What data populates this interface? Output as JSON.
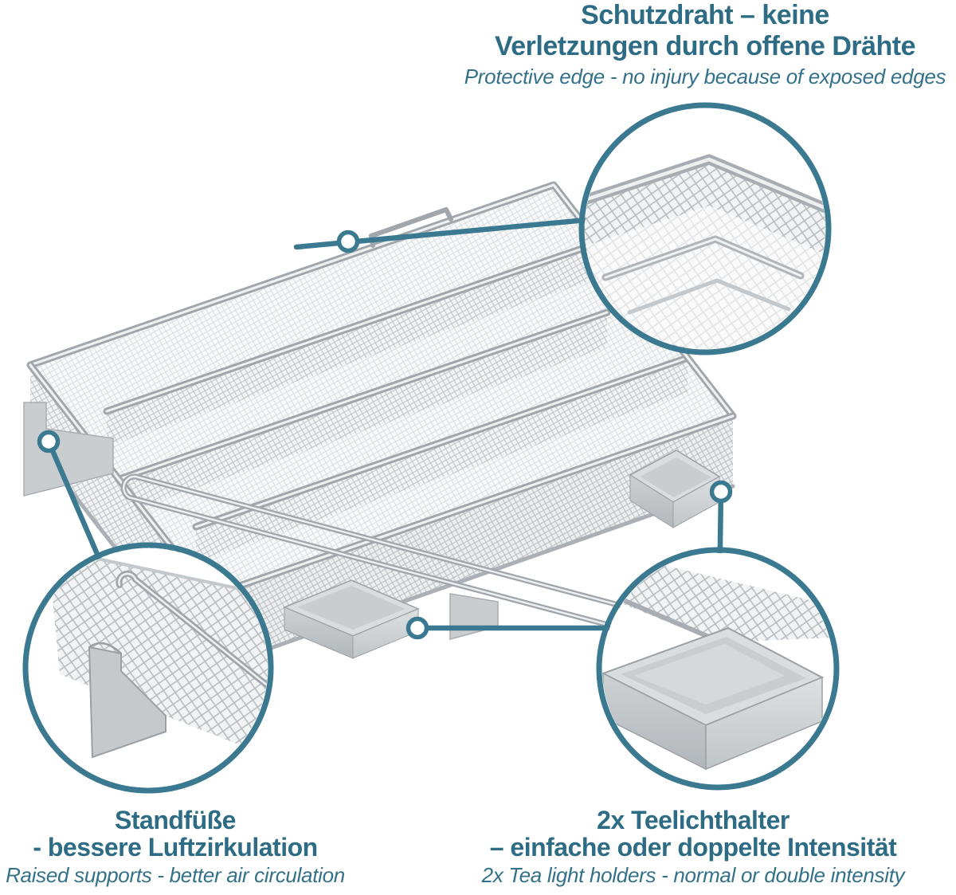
{
  "theme": {
    "accent_text": "#2d6c84",
    "accent_line": "#3b7990",
    "metal_light": "#d9dcde",
    "metal_mid": "#c2c6c9",
    "metal_dark": "#aab0b5",
    "background": "#ffffff"
  },
  "callouts": {
    "top": {
      "title_line1": "Schutzdraht – keine",
      "title_line2": "Verletzungen durch offene Drähte",
      "subtitle": "Protective edge - no injury because of exposed edges"
    },
    "bottom_left": {
      "title_line1": "Standfüße",
      "title_line2": "- bessere Luftzirkulation",
      "subtitle": "Raised supports - better air circulation"
    },
    "bottom_right": {
      "title_line1": "2x Teelichthalter",
      "title_line2": "– einfache oder doppelte Intensität",
      "subtitle": "2x Tea light holders - normal or double intensity"
    }
  }
}
